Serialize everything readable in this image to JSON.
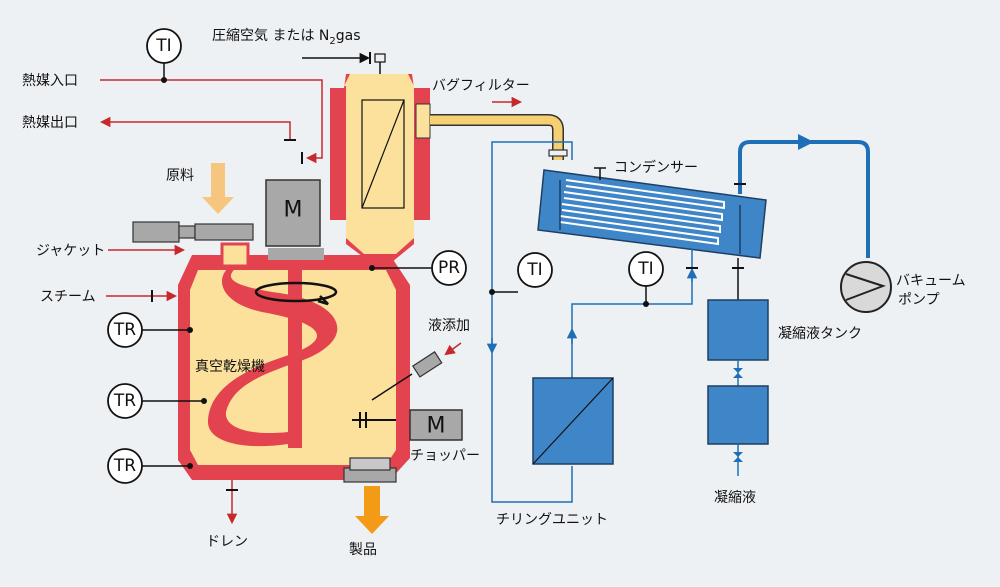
{
  "labels": {
    "compressed_air": "圧縮空気 または N",
    "n2_sub": "2",
    "n2_gas": "gas",
    "heat_in": "熱媒入口",
    "heat_out": "熱媒出口",
    "raw_material": "原料",
    "jacket": "ジャケット",
    "steam": "スチーム",
    "dryer": "真空乾燥機",
    "liquid_add": "液添加",
    "chopper": "チョッパー",
    "drain": "ドレン",
    "product": "製品",
    "bag_filter": "バグフィルター",
    "condenser": "コンデンサー",
    "chilling_unit": "チリングユニット",
    "condensate_tank": "凝縮液タンク",
    "condensate": "凝縮液",
    "vacuum_pump_1": "バキューム",
    "vacuum_pump_2": "ポンプ"
  },
  "instruments": {
    "ti_heat": "TI",
    "ti_chill": "TI",
    "ti_cond": "TI",
    "pr": "PR",
    "tr_1": "TR",
    "tr_2": "TR",
    "tr_3": "TR"
  },
  "motors": {
    "main": "M",
    "chopper": "M"
  },
  "colors": {
    "jacket": "#e2434f",
    "vessel": "#fbe19c",
    "pipe_red": "#c6282b",
    "pipe_blue": "#1f6fb8",
    "equipment_blue": "#3f86c9",
    "motor_gray": "#a8a8a8",
    "product_arrow": "#f39a16",
    "feed_arrow": "#f6c67f"
  }
}
